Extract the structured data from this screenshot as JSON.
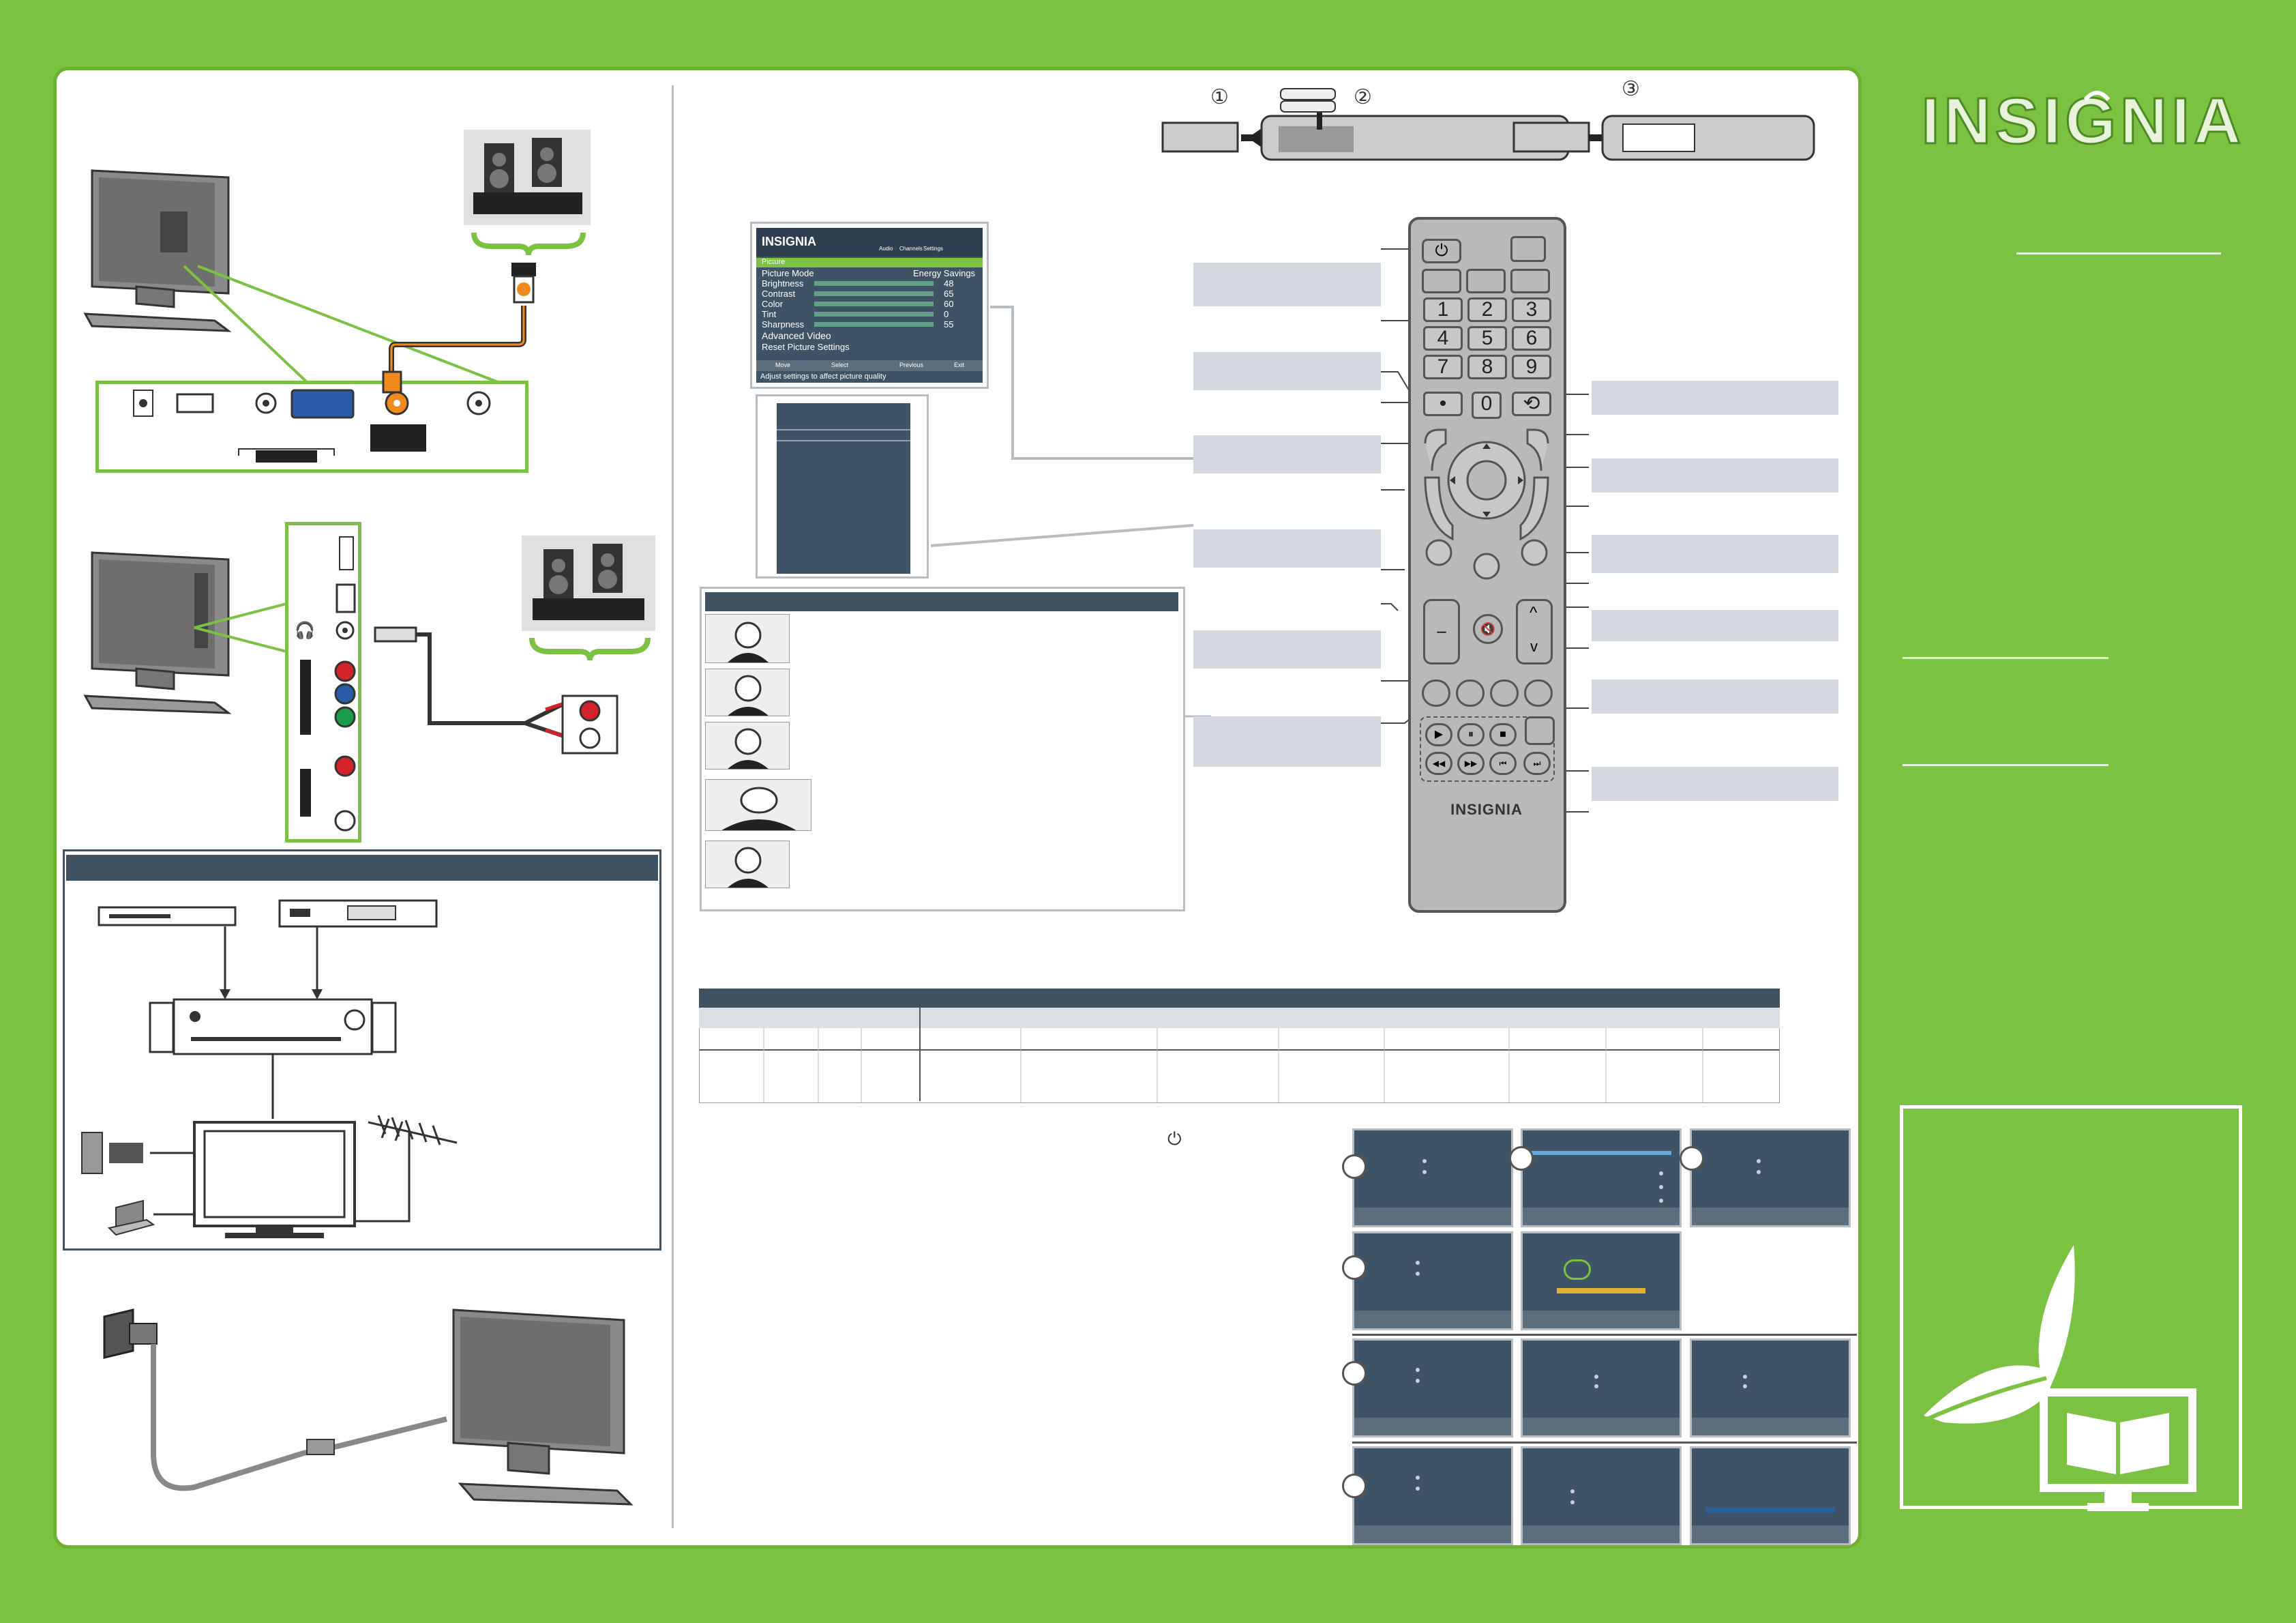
{
  "brand": {
    "logo_text": "INSIGNIA",
    "remote_logo": "INSIGNIA"
  },
  "battery_steps": [
    "①",
    "②",
    "③"
  ],
  "remote": {
    "power_symbol": "⏻",
    "numbers": [
      "1",
      "2",
      "3",
      "4",
      "5",
      "6",
      "7",
      "8",
      "9",
      "•",
      "0"
    ],
    "mute_symbol": "🔇",
    "vol_up": "^",
    "vol_down": "v",
    "play_row": [
      "▶",
      "⏸",
      "■"
    ],
    "skip_row": [
      "◀◀",
      "▶▶",
      "⏮",
      "⏭"
    ]
  },
  "osd_menu": {
    "logo": "INSIGNIA",
    "tabs": [
      "Audio",
      "Channels",
      "Settings"
    ],
    "header": "Picture",
    "items": [
      {
        "label": "Picture Mode",
        "value": "Energy Savings"
      },
      {
        "label": "Brightness",
        "value": "48"
      },
      {
        "label": "Contrast",
        "value": "65"
      },
      {
        "label": "Color",
        "value": "60"
      },
      {
        "label": "Tint",
        "value": "0"
      },
      {
        "label": "Sharpness",
        "value": "55"
      },
      {
        "label": "Advanced Video",
        "value": ""
      },
      {
        "label": "Reset Picture Settings",
        "value": ""
      }
    ],
    "footer_keys": [
      "Move",
      "Select",
      "Previous",
      "Exit"
    ],
    "hint": "Adjust settings to affect picture quality"
  },
  "colors": {
    "background_green": "#7cc242",
    "panel_border": "#6bb32e",
    "header_slate": "#3f5261",
    "callout_gray": "#d3d8df",
    "rca_red": "#d2232a",
    "rca_green": "#1a9c4a",
    "rca_blue": "#2a5caa",
    "coax_orange": "#f08a1c"
  },
  "icons": [
    "speaker-icon",
    "tv-back-icon",
    "dvd-player-icon",
    "cable-box-icon",
    "av-receiver-icon",
    "antenna-icon",
    "camera-icon",
    "game-console-icon",
    "laptop-icon",
    "wall-outlet-icon",
    "leaf-icon",
    "manual-monitor-icon",
    "batteries-icon"
  ]
}
